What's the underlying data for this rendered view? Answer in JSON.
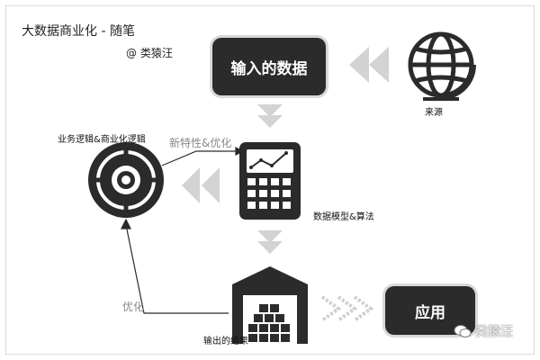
{
  "header": {
    "title": "大数据商业化 - 随笔",
    "author": "@ 类猿汪"
  },
  "nodes": {
    "input_data": "输入的数据",
    "source": "来源",
    "business_logic": "业务逻辑&商业化逻辑",
    "new_features": "新特性&优化",
    "model_algorithm": "数据模型&算法",
    "optimize": "优化",
    "output_result": "输出的结果",
    "application": "应用"
  },
  "watermark": {
    "text": "类猿汪"
  },
  "icons": [
    "globe-icon",
    "calculator-icon",
    "target-icon",
    "warehouse-icon",
    "wechat-icon"
  ],
  "colors": {
    "box_fill": "#2b2b2b",
    "arrow_gray": "#d3d3d3",
    "icon_dark": "#2b2b2b",
    "label_gray": "#888888"
  }
}
